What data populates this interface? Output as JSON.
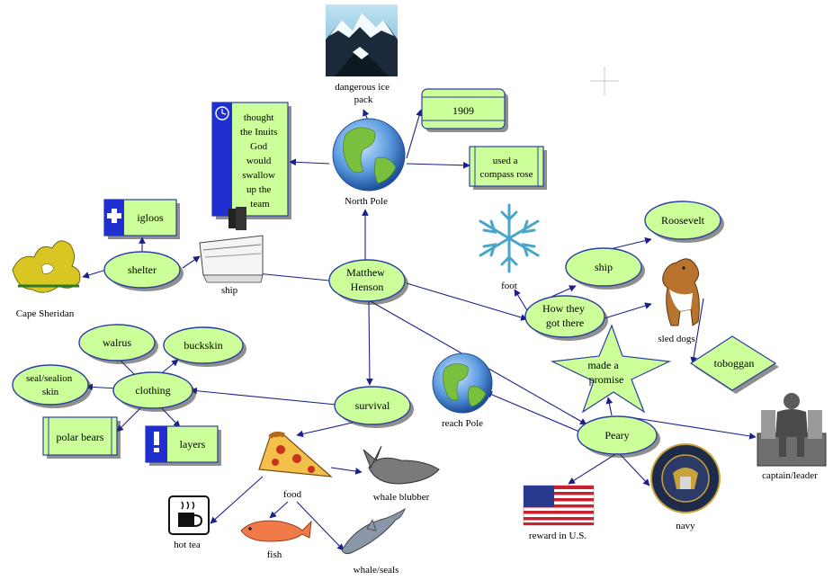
{
  "nodes": {
    "matthew_henson": [
      "Matthew",
      "Henson"
    ],
    "north_pole": "North Pole",
    "dangerous_ice_pack": [
      "dangerous ice",
      "pack"
    ],
    "year_1909": "1909",
    "compass": [
      "used a",
      "compass rose"
    ],
    "inuit_god": [
      "thought",
      "the Inuits",
      "God",
      "would",
      "swallow",
      "up the",
      "team"
    ],
    "igloos": "igloos",
    "shelter": "shelter",
    "ship_image": "ship",
    "cape_sheridan": "Cape Sheridan",
    "walrus": "walrus",
    "buckskin": "buckskin",
    "seal_skin": [
      "seal/sealion",
      "skin"
    ],
    "clothing": "clothing",
    "polar_bears": "polar bears",
    "layers": "layers",
    "survival": "survival",
    "food": "food",
    "whale_blubber": "whale blubber",
    "hot_tea": "hot tea",
    "fish": "fish",
    "whale_seals": "whale/seals",
    "foot": "foot",
    "roosevelt": "Roosevelt",
    "ship_oval": "ship",
    "how_they": [
      "How they",
      "got there"
    ],
    "sled_dogs": "sled dogs",
    "toboggan": "toboggan",
    "made_promise": [
      "made a",
      "promise"
    ],
    "reach_pole": "reach Pole",
    "peary": "Peary",
    "captain_leader": "captain/leader",
    "reward": "reward in U.S.",
    "navy": "navy"
  },
  "icons": [
    "mountain-icon",
    "globe-icon",
    "clock-icon",
    "cross-icon",
    "exclamation-icon",
    "ship-icon",
    "canada-map-icon",
    "snowflake-icon",
    "dog-icon",
    "pizza-icon",
    "whale-icon",
    "teacup-icon",
    "fish-icon",
    "dolphin-icon",
    "lincoln-statue-icon",
    "us-flag-icon",
    "seal-icon"
  ],
  "colors": {
    "node_fill": "#ccff99",
    "node_stroke": "#2b3fa0",
    "link": "#1a1f8a",
    "header_blue": "#1f2fd0"
  }
}
